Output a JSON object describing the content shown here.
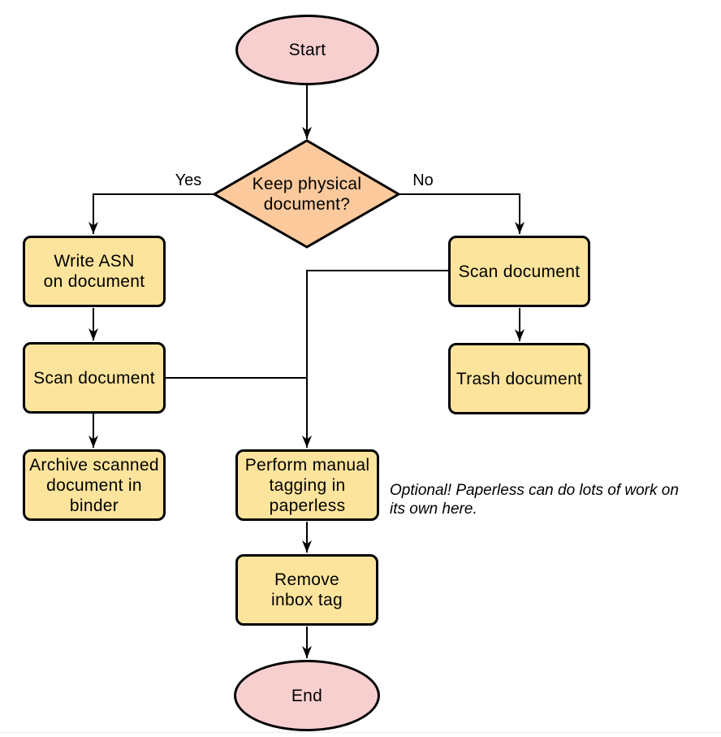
{
  "colors": {
    "terminator_fill": "#f8cfcf",
    "decision_fill": "#fbc99c",
    "process_fill": "#fde49c",
    "stroke": "#000000",
    "text": "#000000",
    "background": "#ffffff",
    "bottom_divider": "#efecee"
  },
  "nodes": {
    "start": {
      "label": "Start",
      "shape": "terminator"
    },
    "decision": {
      "label": "Keep physical\ndocument?",
      "shape": "decision"
    },
    "write_asn": {
      "label": "Write ASN\non document",
      "shape": "process"
    },
    "scan_document_left": {
      "label": "Scan document",
      "shape": "process"
    },
    "archive_binder": {
      "label": "Archive scanned\ndocument in\nbinder",
      "shape": "process"
    },
    "scan_document_right": {
      "label": "Scan document",
      "shape": "process"
    },
    "trash_document": {
      "label": "Trash document",
      "shape": "process"
    },
    "manual_tagging": {
      "label": "Perform manual\ntagging in\npaperless",
      "shape": "process"
    },
    "remove_inbox_tag": {
      "label": "Remove\ninbox tag",
      "shape": "process"
    },
    "end": {
      "label": "End",
      "shape": "terminator"
    }
  },
  "edge_labels": {
    "yes": "Yes",
    "no": "No"
  },
  "annotation": {
    "text": "Optional! Paperless can do lots of work on\nits own here."
  }
}
